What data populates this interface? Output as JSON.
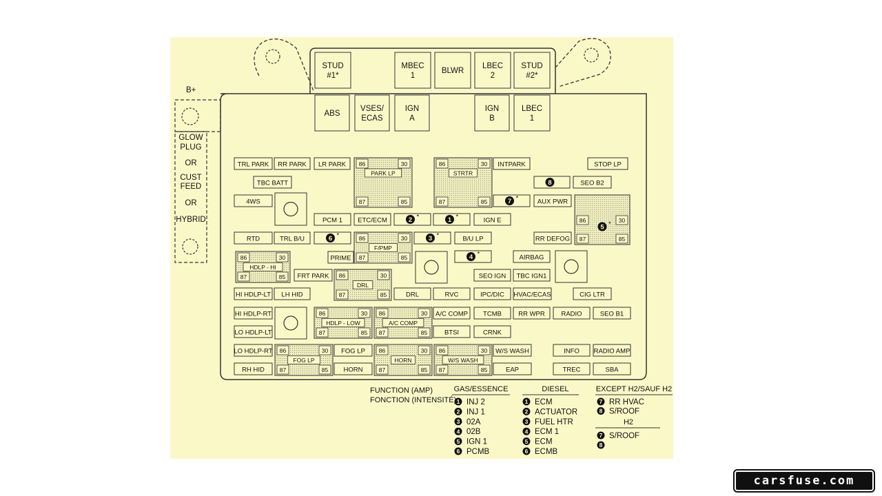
{
  "colors": {
    "background": "#fbf8c8",
    "stroke": "#333333",
    "text": "#111111",
    "relay_fill": "#e9e6b5"
  },
  "watermark": "carsfuse.com",
  "battery_label": "B+",
  "side_labels": [
    "GLOW",
    "PLUG",
    "OR",
    "CUST",
    "FEED",
    "OR",
    "HYBRID"
  ],
  "fuses": [
    {
      "lines": [
        "STUD",
        "#1*"
      ]
    },
    {
      "lines": [
        "MBEC",
        "1"
      ]
    },
    {
      "lines": [
        "BLWR"
      ]
    },
    {
      "lines": [
        "LBEC",
        "2"
      ]
    },
    {
      "lines": [
        "STUD",
        "#2*"
      ]
    },
    {
      "lines": [
        "ABS"
      ]
    },
    {
      "lines": [
        "VSES/",
        "ECAS"
      ]
    },
    {
      "lines": [
        "IGN",
        "A"
      ]
    },
    {
      "lines": [
        "IGN",
        "B"
      ]
    },
    {
      "lines": [
        "LBEC",
        "1"
      ]
    },
    {
      "lines": [
        "TRL PARK"
      ]
    },
    {
      "lines": [
        "RR PARK"
      ]
    },
    {
      "lines": [
        "LR PARK"
      ]
    },
    {
      "lines": [
        "INTPARK"
      ]
    },
    {
      "lines": [
        "STOP LP"
      ]
    },
    {
      "lines": [
        "TBC BATT"
      ]
    },
    {
      "lines": [
        "SEO B2"
      ]
    },
    {
      "lines": [
        "4WS"
      ]
    },
    {
      "lines": [
        "AUX PWR"
      ]
    },
    {
      "lines": [
        "PCM 1"
      ]
    },
    {
      "lines": [
        "ETC/ECM"
      ]
    },
    {
      "lines": [
        "IGN E"
      ]
    },
    {
      "lines": [
        "RTD"
      ]
    },
    {
      "lines": [
        "TRL B/U"
      ]
    },
    {
      "lines": [
        "B/U LP"
      ]
    },
    {
      "lines": [
        "RR DEFOG"
      ]
    },
    {
      "lines": [
        "PRIME"
      ]
    },
    {
      "lines": [
        "AIRBAG"
      ]
    },
    {
      "lines": [
        "FRT PARK"
      ]
    },
    {
      "lines": [
        "SEO IGN"
      ]
    },
    {
      "lines": [
        "TBC IGN1"
      ]
    },
    {
      "lines": [
        "HI HDLP-LT"
      ]
    },
    {
      "lines": [
        "LH HID"
      ]
    },
    {
      "lines": [
        "DRL"
      ]
    },
    {
      "lines": [
        "RVC"
      ]
    },
    {
      "lines": [
        "IPC/DIC"
      ]
    },
    {
      "lines": [
        "HVAC/ECAS"
      ]
    },
    {
      "lines": [
        "CIG LTR"
      ]
    },
    {
      "lines": [
        "HI HDLP-RT"
      ]
    },
    {
      "lines": [
        "A/C COMP"
      ]
    },
    {
      "lines": [
        "TCMB"
      ]
    },
    {
      "lines": [
        "RR WPR"
      ]
    },
    {
      "lines": [
        "RADIO"
      ]
    },
    {
      "lines": [
        "SEO B1"
      ]
    },
    {
      "lines": [
        "LO HDLP-LT"
      ]
    },
    {
      "lines": [
        "BTSI"
      ]
    },
    {
      "lines": [
        "CRNK"
      ]
    },
    {
      "lines": [
        "LO HDLP-RT"
      ]
    },
    {
      "lines": [
        "FOG LP"
      ]
    },
    {
      "lines": [
        "W/S WASH"
      ]
    },
    {
      "lines": [
        "INFO"
      ]
    },
    {
      "lines": [
        "RADIO AMP"
      ]
    },
    {
      "lines": [
        "RH HID"
      ]
    },
    {
      "lines": [
        "HORN"
      ]
    },
    {
      "lines": [
        "EAP"
      ]
    },
    {
      "lines": [
        "TREC"
      ]
    },
    {
      "lines": [
        "SBA"
      ]
    }
  ],
  "relays": [
    {
      "name": "PARK LP",
      "pins": [
        "86",
        "30",
        "87",
        "85"
      ]
    },
    {
      "name": "STRTR",
      "pins": [
        "86",
        "30",
        "87",
        "85"
      ]
    },
    {
      "name": "F/PMP",
      "pins": [
        "86",
        "30",
        "87",
        "85"
      ]
    },
    {
      "name": "HDLP - HI",
      "pins": [
        "86",
        "30",
        "87",
        "85"
      ]
    },
    {
      "name": "DRL",
      "pins": [
        "86",
        "30",
        "87",
        "85"
      ]
    },
    {
      "name": "HDLP - LOW",
      "pins": [
        "86",
        "30",
        "87",
        "85"
      ]
    },
    {
      "name": "A/C COMP",
      "pins": [
        "86",
        "30",
        "87",
        "85"
      ]
    },
    {
      "name": "FOG LP",
      "pins": [
        "86",
        "30",
        "87",
        "85"
      ]
    },
    {
      "name": "HORN",
      "pins": [
        "86",
        "30",
        "87",
        "85"
      ]
    },
    {
      "name": "W/S WASH",
      "pins": [
        "86",
        "30",
        "87",
        "85"
      ]
    },
    {
      "name": "",
      "pins": [
        "86",
        "30",
        "87",
        "85"
      ]
    }
  ],
  "numbered_slots": [
    {
      "num": "8",
      "star": ""
    },
    {
      "num": "7",
      "star": "*"
    },
    {
      "num": "2",
      "star": "*"
    },
    {
      "num": "1",
      "star": "*"
    },
    {
      "num": "6",
      "star": "*"
    },
    {
      "num": "3",
      "star": "*"
    },
    {
      "num": "4",
      "star": "*"
    },
    {
      "num": "5",
      "star": "*"
    }
  ],
  "legend": {
    "title_1": "FUNCTION (AMP)",
    "title_2": "FONCTION (INTENSITÉ)",
    "gas_header": "GAS/ESSENCE",
    "gas": [
      {
        "num": "1",
        "text": "INJ 2"
      },
      {
        "num": "2",
        "text": "INJ 1"
      },
      {
        "num": "3",
        "text": "02A"
      },
      {
        "num": "4",
        "text": "02B"
      },
      {
        "num": "5",
        "text": "IGN 1"
      },
      {
        "num": "6",
        "text": "PCMB"
      }
    ],
    "diesel_header": "DIESEL",
    "diesel": [
      {
        "num": "1",
        "text": "ECM"
      },
      {
        "num": "2",
        "text": "ACTUATOR"
      },
      {
        "num": "3",
        "text": "FUEL HTR"
      },
      {
        "num": "4",
        "text": "ECM 1"
      },
      {
        "num": "5",
        "text": "ECM"
      },
      {
        "num": "6",
        "text": "ECMB"
      }
    ],
    "except_header": "EXCEPT H2/SAUF H2",
    "except": [
      {
        "num": "7",
        "text": "RR HVAC"
      },
      {
        "num": "8",
        "text": "S/ROOF"
      }
    ],
    "h2_header": "H2",
    "h2": [
      {
        "num": "7",
        "text": "S/ROOF"
      },
      {
        "num": "8",
        "text": ""
      }
    ]
  }
}
